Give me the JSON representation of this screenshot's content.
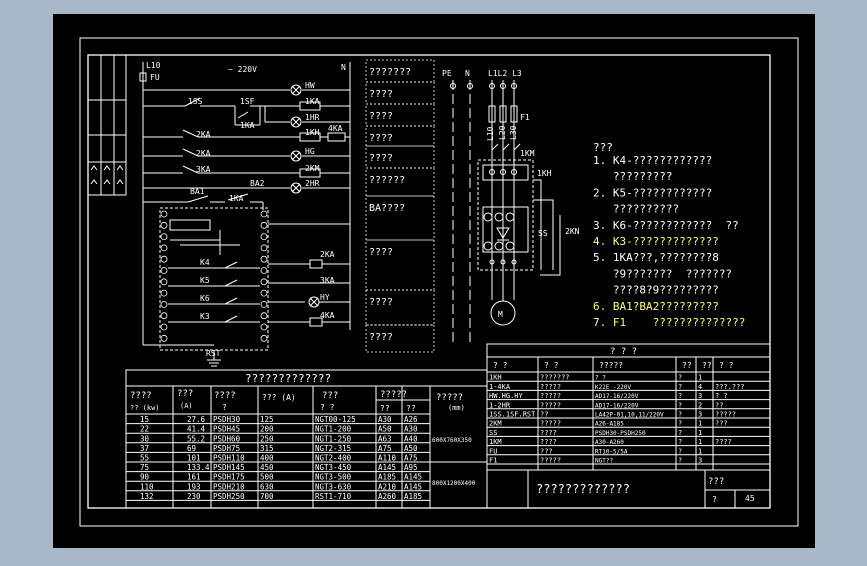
{
  "colors": {
    "viewport": "#a8b8c8",
    "paper": "#000000",
    "line": "#ffffff",
    "note": "#ffffff",
    "note_alt": "#ffff66"
  },
  "circuit": {
    "supply": {
      "l1": "L10",
      "fu": "FU",
      "voltage": "~ 220V",
      "n": "N"
    },
    "ctrl_labels": {
      "ss": "1SS",
      "sf": "1SF",
      "ka1": "1KA",
      "ka2": "2KA",
      "ka2b": "2KA",
      "ka3": "3KA",
      "ba1": "BA1",
      "ba2": "BA2",
      "ka1b": "1KA",
      "rst": "RST"
    },
    "outputs": [
      {
        "lamp": true,
        "label": "HW"
      },
      {
        "lamp": false,
        "label": "1KA"
      },
      {
        "lamp": true,
        "label": "1HR"
      },
      {
        "lamp": false,
        "label": "1KH",
        "aux": "4KA"
      },
      {
        "lamp": true,
        "label": "HG"
      },
      {
        "lamp": false,
        "label": "2KM"
      },
      {
        "lamp": true,
        "label": "2HR"
      }
    ],
    "module_outputs": [
      {
        "k": "K4",
        "coil": "2KA"
      },
      {
        "k": "K5",
        "coil": "3KA"
      },
      {
        "k": "K6",
        "coil": "HY"
      },
      {
        "k": "K3",
        "coil": "4KA"
      }
    ],
    "desc_boxes": [
      "???????",
      "????",
      "????",
      "????",
      "????",
      "??????",
      "BA????",
      "????",
      "????",
      "????"
    ]
  },
  "power": {
    "pe": "PE",
    "n": "N",
    "phases": "L1L2 L3",
    "f1": "F1",
    "l1": "L10",
    "l2": "L20",
    "l3": "L30",
    "km": "1KM",
    "kh": "1KH",
    "ss": "SS",
    "kn": "2KN",
    "motor": "M"
  },
  "notes": {
    "title": "???",
    "items": [
      {
        "text": "1. K4-????????????",
        "alt": false
      },
      {
        "text": "   ?????????",
        "alt": false
      },
      {
        "text": "2. K5-????????????",
        "alt": false
      },
      {
        "text": "   ??????????",
        "alt": false
      },
      {
        "text": "3. K6-????????????  ??",
        "alt": false
      },
      {
        "text": "4. K3-?????????????",
        "alt": true
      },
      {
        "text": "5. 1KA???,????????8",
        "alt": false
      },
      {
        "text": "   ?9???????  ???????",
        "alt": false
      },
      {
        "text": "   ????8?9?????????",
        "alt": false
      },
      {
        "text": "6. BA1?BA2?????????",
        "alt": true
      },
      {
        "text": "7. F1    ??????????????",
        "alt": true
      }
    ]
  },
  "bom": {
    "title": "? ? ?",
    "headers": [
      "? ?",
      "? ?",
      "?????",
      "??",
      "??",
      "? ?"
    ],
    "rows": [
      [
        "1KH",
        "???????",
        "? ?",
        "?",
        "1",
        ""
      ],
      [
        "1-4KA",
        "?????",
        "K22E -220V",
        "?",
        "4",
        "???.???"
      ],
      [
        "HW.HG.HY",
        "?????",
        "AD17-16/220V",
        "?",
        "3",
        "? ?"
      ],
      [
        "1-2HR",
        "?????",
        "AD17-16/220V",
        "?",
        "2",
        "??"
      ],
      [
        "1SS.1SF.RST",
        "??",
        "LA42P-01,10,11/220V",
        "?",
        "3",
        "?????"
      ],
      [
        "2KM",
        "?????",
        "A26-A185",
        "?",
        "1",
        "???"
      ],
      [
        "SS",
        "????",
        "PSDH30-PSDH250",
        "?",
        "1",
        ""
      ],
      [
        "1KM",
        "????",
        "A30-A260",
        "?",
        "1",
        "????"
      ],
      [
        "FU",
        "???",
        "RT10-5/5A",
        "?",
        "1",
        ""
      ],
      [
        "F1",
        "?????",
        "NGT??",
        "?",
        "3",
        ""
      ]
    ]
  },
  "spec": {
    "title": "?????????????",
    "headers": {
      "power": "????",
      "power_sub": "?? (kw)",
      "current": "???",
      "current_sub": "(A)",
      "model": "????",
      "model_sub": "?",
      "fuse": "??? (A)",
      "breaker": "???",
      "breaker_sub": "?  ?",
      "contactor": "?????",
      "contactor_sub1": "??",
      "contactor_sub2": "??",
      "size": "?????",
      "size_sub": "(mm)"
    },
    "rows": [
      [
        "15",
        "27.6",
        "PSDH30",
        "125",
        "NGT00-125",
        "A30",
        "A26"
      ],
      [
        "22",
        "41.4",
        "PSDH45",
        "200",
        "NGT1-200",
        "A50",
        "A30"
      ],
      [
        "30",
        "55.2",
        "PSDH60",
        "250",
        "NGT1-250",
        "A63",
        "A40"
      ],
      [
        "37",
        "69",
        "PSDH75",
        "315",
        "NGT2-315",
        "A75",
        "A50"
      ],
      [
        "55",
        "101",
        "PSDH110",
        "400",
        "NGT2-400",
        "A110",
        "A75"
      ],
      [
        "75",
        "133.4",
        "PSDH145",
        "450",
        "NGT3-450",
        "A145",
        "A95"
      ],
      [
        "90",
        "161",
        "PSDH175",
        "500",
        "NGT3-500",
        "A185",
        "A145"
      ],
      [
        "110",
        "193",
        "PSDH210",
        "630",
        "NGT3-630",
        "A210",
        "A145"
      ],
      [
        "132",
        "230",
        "PSDH250",
        "700",
        "RST1-710",
        "A260",
        "A185"
      ]
    ],
    "sizes": [
      "600X760X350",
      "800X1200X400"
    ]
  },
  "titleblock": {
    "name": "?????????????",
    "field": "???",
    "sheet_label": "?",
    "sheet_no": "45"
  }
}
